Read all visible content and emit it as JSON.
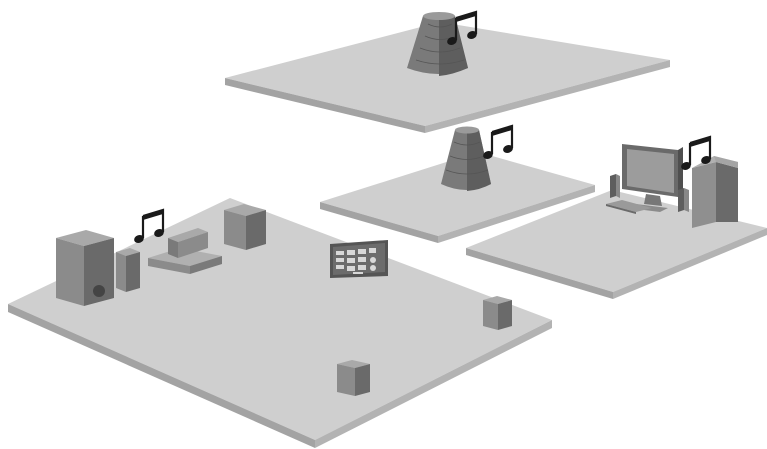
{
  "scene": {
    "background": "#ffffff",
    "palette": {
      "floor_top": "#cfcfcf",
      "floor_edge": "#a3a3a3",
      "device_light": "#a9a9a9",
      "device_mid": "#8b8b8b",
      "device_dark": "#6a6a6a",
      "device_darkest": "#4f4f4f",
      "note_color": "#1a1a1a"
    },
    "zones": [
      {
        "id": "upper-floor",
        "devices": [
          "cone-speaker"
        ],
        "music_playing": true
      },
      {
        "id": "middle-room-left",
        "devices": [
          "cone-speaker"
        ],
        "music_playing": true
      },
      {
        "id": "middle-room-right",
        "devices": [
          "computer-monitor",
          "desktop-speakers",
          "pc-tower",
          "keyboard"
        ],
        "music_playing": true
      },
      {
        "id": "main-living-room",
        "devices": [
          "floor-subwoofer",
          "center-speaker",
          "av-receiver",
          "rear-speaker",
          "wall-touch-panel",
          "satellite-speaker",
          "satellite-speaker"
        ],
        "music_playing": true
      }
    ],
    "icons": [
      "music-note-icon",
      "music-note-icon",
      "music-note-icon",
      "music-note-icon"
    ]
  }
}
